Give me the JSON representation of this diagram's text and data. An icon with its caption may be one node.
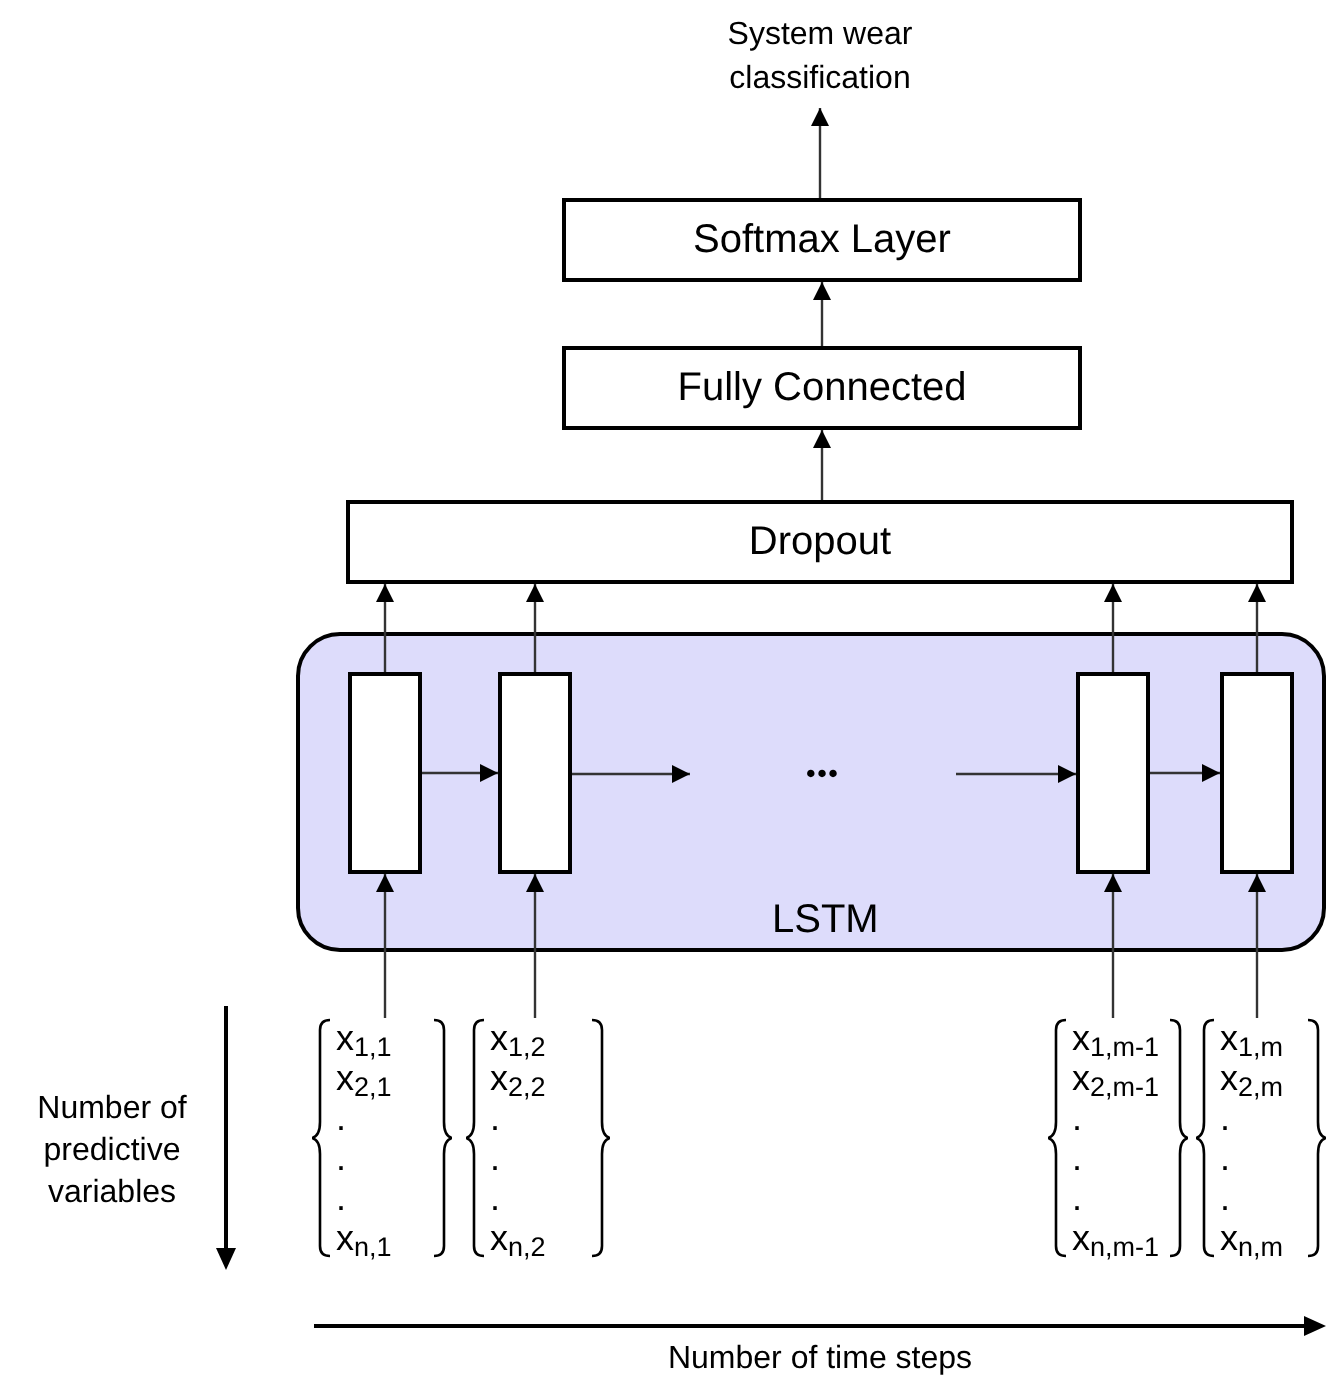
{
  "diagram": {
    "nodes": [
      {
        "text": [
          "System wear classification"
        ]
      },
      {
        "text": [
          "Softmax Layer"
        ]
      },
      {
        "text": [
          "Fully Connected"
        ]
      },
      {
        "text": [
          "Dropout"
        ]
      },
      {
        "text": [
          "LSTM"
        ]
      },
      {
        "text": [],
        "shape": "box",
        "in": 4
      },
      {
        "text": [],
        "shape": "box",
        "in": 4
      },
      {
        "text": [],
        "shape": "box",
        "in": 4
      },
      {
        "text": [],
        "shape": "box",
        "in": 4
      },
      {
        "text": [
          "•••"
        ],
        "in": 4
      },
      {
        "text": [
          "x$_{1,1}$",
          "x$_{2,1}$",
          ".",
          ".",
          ".",
          "x$_{n,1}$"
        ]
      },
      {
        "text": [
          "x$_{1,2}$",
          "x$_{2,2}$",
          ".",
          ".",
          ".",
          "x$_{n,2}$"
        ]
      },
      {
        "text": [
          "x$_{1,m-1}$",
          "x$_{2,m-1}$",
          ".",
          ".",
          ".",
          "x$_{n,m-1}$"
        ]
      },
      {
        "text": [
          "x$_{1,m}$",
          "x$_{2,m}$",
          ".",
          ".",
          ".",
          "x$_{n,m}$"
        ]
      }
    ],
    "edges": [
      {
        "from": 1,
        "to": 0,
        "arrow": "to"
      },
      {
        "from": 2,
        "to": 1,
        "arrow": "to"
      },
      {
        "from": 3,
        "to": 2,
        "arrow": "to"
      },
      {
        "from": 5,
        "to": 3,
        "arrow": "to"
      },
      {
        "from": 6,
        "to": 3,
        "arrow": "to"
      },
      {
        "from": 7,
        "to": 3,
        "arrow": "to"
      },
      {
        "from": 8,
        "to": 3,
        "arrow": "to"
      },
      {
        "from": 5,
        "to": 6,
        "arrow": "to"
      },
      {
        "from": 6,
        "to": 9,
        "arrow": "to"
      },
      {
        "from": 9,
        "to": 7,
        "arrow": "to"
      },
      {
        "from": 7,
        "to": 8,
        "arrow": "to"
      },
      {
        "from": 10,
        "to": 5,
        "arrow": "to"
      },
      {
        "from": 11,
        "to": 6,
        "arrow": "to"
      },
      {
        "from": 12,
        "to": 7,
        "arrow": "to"
      },
      {
        "from": 13,
        "to": 8,
        "arrow": "to"
      }
    ],
    "labels": [
      "Number of predictive variables",
      "Number of time steps"
    ]
  }
}
